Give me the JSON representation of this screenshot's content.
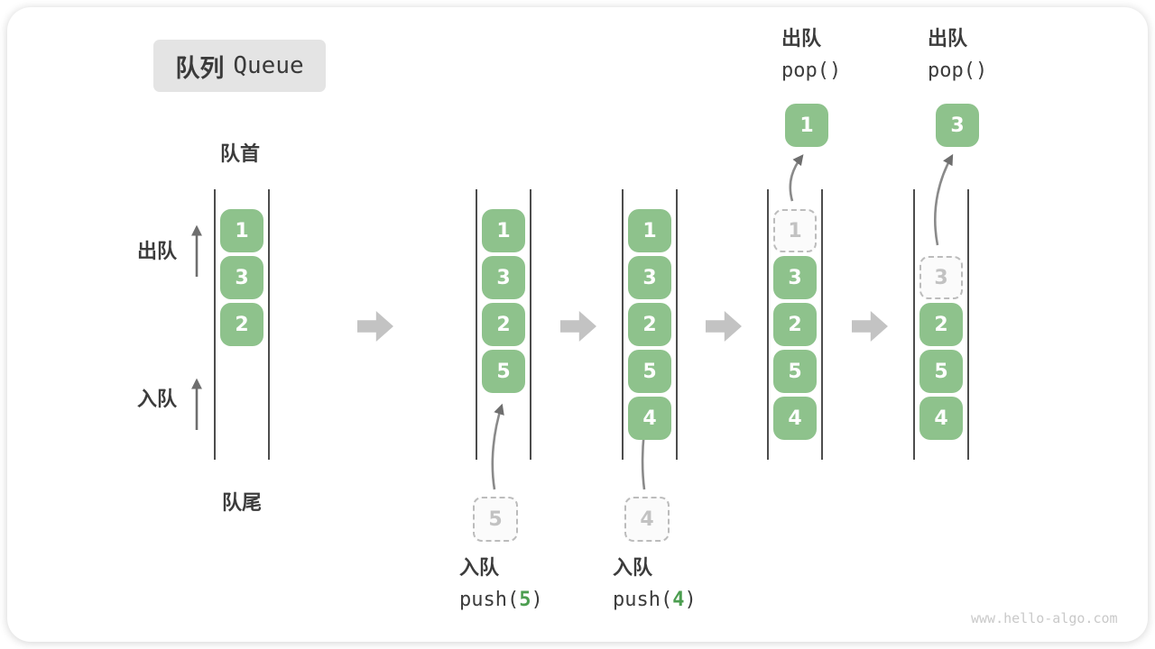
{
  "title": {
    "zh": "队列",
    "en": "Queue"
  },
  "side_labels": {
    "front": "队首",
    "rear": "队尾",
    "dequeue": "出队",
    "enqueue": "入队"
  },
  "watermark": "www.hello-algo.com",
  "colors": {
    "cell_green": "#8ec28c",
    "accent_green": "#4c9e50",
    "block_arrow_gray": "#c3c3c3",
    "curve_arrow_gray": "#7a7a7a",
    "line_dark": "#4d4d4d",
    "dashed_gray": "#bcbcbc",
    "text_dark": "#3b3b3b",
    "title_bg": "#e4e4e4"
  },
  "states": [
    {
      "name": "initial",
      "queue": [
        {
          "value": "1",
          "row": 0,
          "style": "filled"
        },
        {
          "value": "3",
          "row": 1,
          "style": "filled"
        },
        {
          "value": "2",
          "row": 2,
          "style": "filled"
        }
      ]
    },
    {
      "name": "after-push-5",
      "queue": [
        {
          "value": "1",
          "row": 0,
          "style": "filled"
        },
        {
          "value": "3",
          "row": 1,
          "style": "filled"
        },
        {
          "value": "2",
          "row": 2,
          "style": "filled"
        },
        {
          "value": "5",
          "row": 3,
          "style": "filled"
        }
      ],
      "incoming": {
        "value": "5"
      },
      "op": {
        "action": "入队",
        "code_prefix": "push(",
        "code_arg": "5",
        "code_suffix": ")"
      }
    },
    {
      "name": "after-push-4",
      "queue": [
        {
          "value": "1",
          "row": 0,
          "style": "filled"
        },
        {
          "value": "3",
          "row": 1,
          "style": "filled"
        },
        {
          "value": "2",
          "row": 2,
          "style": "filled"
        },
        {
          "value": "5",
          "row": 3,
          "style": "filled"
        },
        {
          "value": "4",
          "row": 4,
          "style": "filled"
        }
      ],
      "incoming": {
        "value": "4"
      },
      "op": {
        "action": "入队",
        "code_prefix": "push(",
        "code_arg": "4",
        "code_suffix": ")"
      }
    },
    {
      "name": "after-pop-1",
      "queue": [
        {
          "value": "1",
          "row": 0,
          "style": "dashed"
        },
        {
          "value": "3",
          "row": 1,
          "style": "filled"
        },
        {
          "value": "2",
          "row": 2,
          "style": "filled"
        },
        {
          "value": "5",
          "row": 3,
          "style": "filled"
        },
        {
          "value": "4",
          "row": 4,
          "style": "filled"
        }
      ],
      "outgoing": {
        "value": "1"
      },
      "op": {
        "action": "出队",
        "code_prefix": "pop(",
        "code_arg": "",
        "code_suffix": ")"
      }
    },
    {
      "name": "after-pop-3",
      "queue": [
        {
          "value": "3",
          "row": 1,
          "style": "dashed"
        },
        {
          "value": "2",
          "row": 2,
          "style": "filled"
        },
        {
          "value": "5",
          "row": 3,
          "style": "filled"
        },
        {
          "value": "4",
          "row": 4,
          "style": "filled"
        }
      ],
      "outgoing": {
        "value": "3"
      },
      "op": {
        "action": "出队",
        "code_prefix": "pop(",
        "code_arg": "",
        "code_suffix": ")"
      }
    }
  ]
}
